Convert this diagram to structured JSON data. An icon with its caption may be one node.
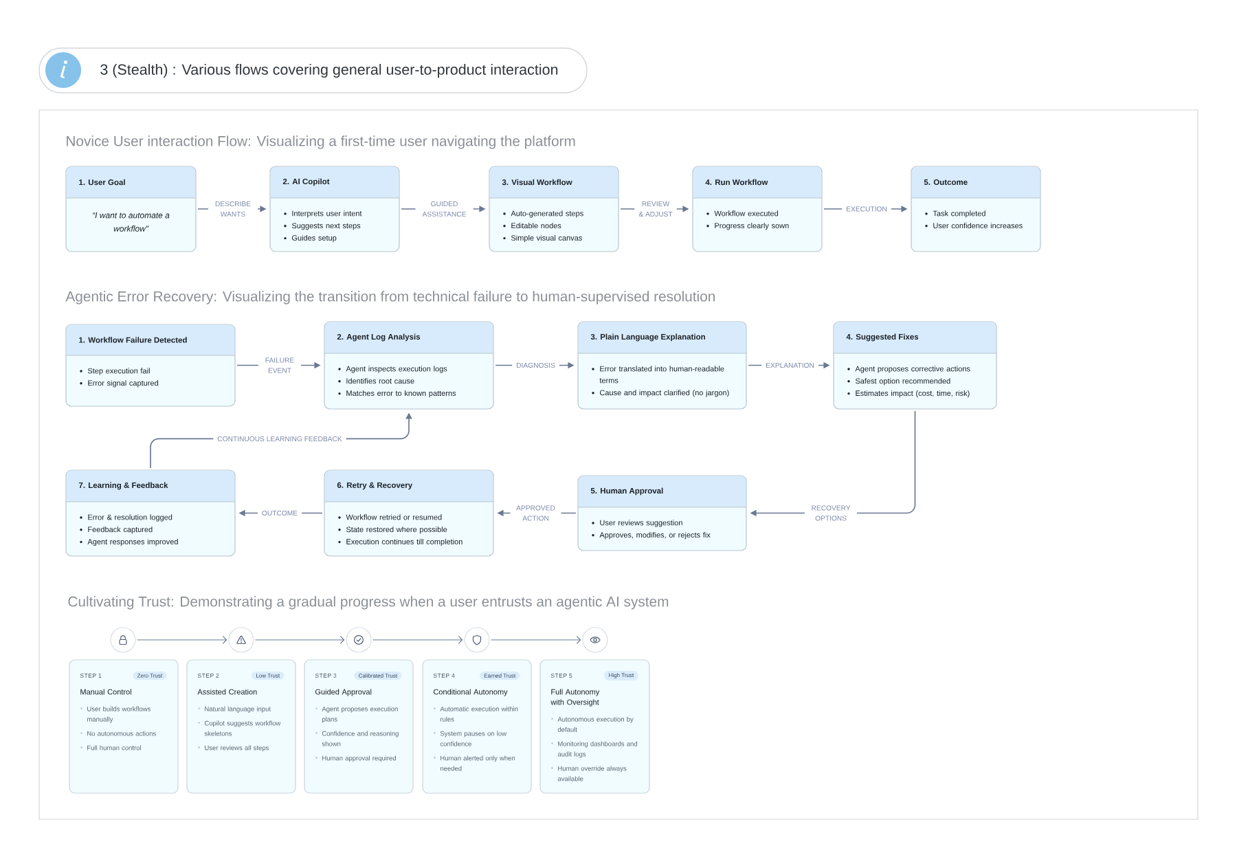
{
  "diagram": {
    "title": "3 (Stealth) : Various flows covering general user-to-product interaction",
    "nodes": [
      {
        "text": [
          "1. User Goal",
          "“I want to automate a workflow”"
        ]
      },
      {
        "text": [
          "2. AI Copilot",
          "Interprets user intent",
          "Suggests next steps",
          "Guides setup"
        ]
      },
      {
        "text": [
          "3. Visual Workflow",
          "Auto-generated steps",
          "Editable nodes",
          "Simple visual canvas"
        ]
      },
      {
        "text": [
          "4. Run Workflow",
          "Workflow executed",
          "Progress clearly sown"
        ]
      },
      {
        "text": [
          "5. Outcome",
          "Task completed",
          "User confidence increases"
        ]
      },
      {
        "text": [
          "1. Workflow Failure Detected",
          "Step execution fail",
          "Error signal captured"
        ]
      },
      {
        "text": [
          "2. Agent Log Analysis",
          "Agent inspects execution logs",
          "Identifies root cause",
          "Matches error to known patterns"
        ]
      },
      {
        "text": [
          "3. Plain Language Explanation",
          "Error translated into human-readable terms",
          "Cause and impact clarified (no jargon)"
        ]
      },
      {
        "text": [
          "4. Suggested Fixes",
          "Agent proposes corrective actions",
          "Safest option recommended",
          "Estimates impact (cost, time, risk)"
        ]
      },
      {
        "text": [
          "5. Human Approval",
          "User reviews suggestion",
          "Approves, modifies, or rejects fix"
        ]
      },
      {
        "text": [
          "6. Retry & Recovery",
          "Workflow retried or resumed",
          "State restored where possible",
          "Execution continues till completion"
        ]
      },
      {
        "text": [
          "7. Learning & Feedback",
          "Error & resolution logged",
          "Feedback captured",
          "Agent responses improved"
        ]
      },
      {
        "text": [],
        "shape": "circle"
      },
      {
        "text": [],
        "shape": "circle"
      },
      {
        "text": [],
        "shape": "circle"
      },
      {
        "text": [],
        "shape": "circle"
      },
      {
        "text": [],
        "shape": "circle"
      },
      {
        "text": [
          "STEP 1",
          "Manual Control",
          "User builds workflows manually",
          "No autonomous actions",
          "Full human control"
        ]
      },
      {
        "text": [
          "Zero Trust"
        ],
        "in": 17
      },
      {
        "text": [
          "STEP 2",
          "Assisted Creation",
          "Natural language input",
          "Copilot suggests workflow skeletons",
          "User reviews all steps"
        ]
      },
      {
        "text": [
          "Low Trust"
        ],
        "in": 19
      },
      {
        "text": [
          "STEP 3",
          "Guided Approval",
          "Agent proposes execution plans",
          "Confidence and reasoning shown",
          "Human approval required"
        ]
      },
      {
        "text": [
          "Calibrated Trust"
        ],
        "in": 21
      },
      {
        "text": [
          "STEP 4",
          "Conditional Autonomy",
          "Automatic execution within rules",
          "System pauses on low confidence",
          "Human alerted only when needed"
        ]
      },
      {
        "text": [
          "Earned Trust"
        ],
        "in": 23
      },
      {
        "text": [
          "STEP 5",
          "Full Autonomy with Oversight",
          "Autonomous execution by default",
          "Monitoring dashboards and audit logs",
          "Human override always available"
        ]
      },
      {
        "text": [
          "High Trust"
        ],
        "in": 25
      }
    ],
    "edges": [
      {
        "from": 0,
        "to": 1,
        "arrow": "to",
        "label": "DESCRIBE WANTS"
      },
      {
        "from": 1,
        "to": 2,
        "arrow": "to",
        "label": "GUIDED ASSISTANCE"
      },
      {
        "from": 2,
        "to": 3,
        "arrow": "to",
        "label": "REVIEW & ADJUST"
      },
      {
        "from": 3,
        "to": 4,
        "arrow": "to",
        "label": "EXECUTION"
      },
      {
        "from": 5,
        "to": 6,
        "arrow": "to",
        "label": "FAILURE EVENT"
      },
      {
        "from": 6,
        "to": 7,
        "arrow": "to",
        "label": "DIAGNOSIS"
      },
      {
        "from": 7,
        "to": 8,
        "arrow": "to",
        "label": "EXPLANATION"
      },
      {
        "from": 8,
        "to": 9,
        "arrow": "to",
        "label": "RECOVERY OPTIONS"
      },
      {
        "from": 9,
        "to": 10,
        "arrow": "to",
        "label": "APPROVED ACTION"
      },
      {
        "from": 10,
        "to": 11,
        "arrow": "to",
        "label": "OUTCOME"
      },
      {
        "from": 11,
        "to": 6,
        "arrow": "to",
        "label": "CONTINUOUS LEARNING FEEDBACK"
      },
      {
        "from": 12,
        "to": 13,
        "arrow": "to"
      },
      {
        "from": 13,
        "to": 14,
        "arrow": "to"
      },
      {
        "from": 14,
        "to": 15,
        "arrow": "to"
      },
      {
        "from": 15,
        "to": 16,
        "arrow": "to"
      }
    ],
    "labels": [
      "Novice User interaction Flow: Visualizing a first-time user navigating the platform",
      "Agentic Error Recovery: Visualizing the transition from technical failure to human-supervised resolution",
      "Cultivating Trust: Demonstrating a gradual progress when a user entrusts an agentic AI system"
    ]
  }
}
